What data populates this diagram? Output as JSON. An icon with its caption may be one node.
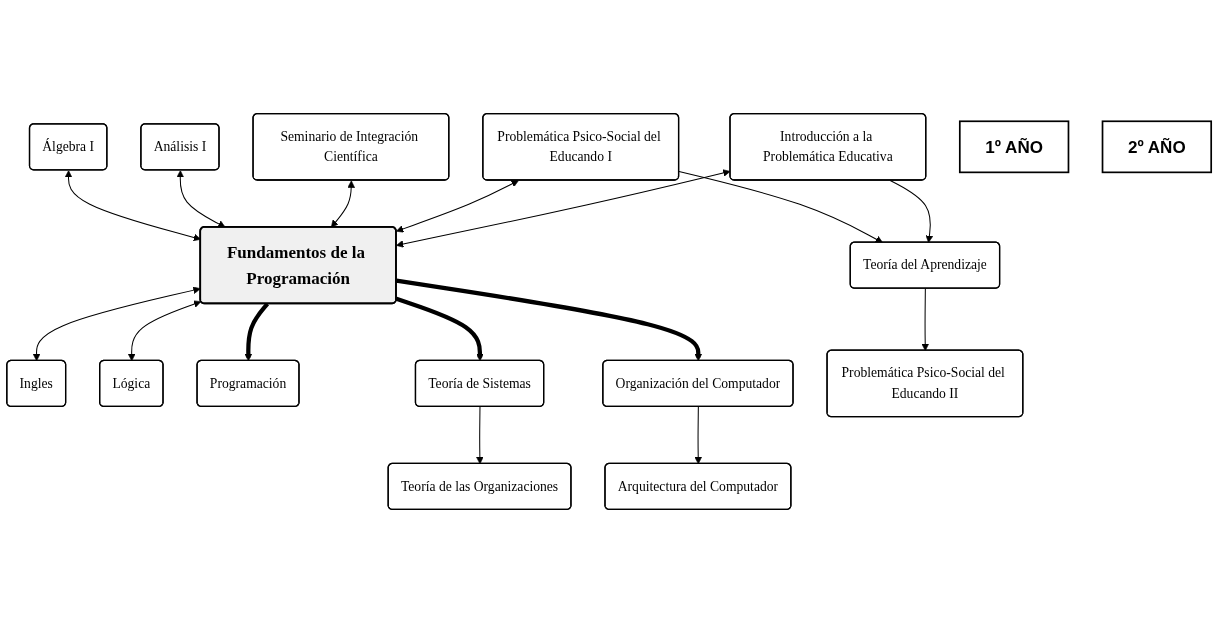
{
  "diagram": {
    "nodes": [
      {
        "text": [
          "Álgebra I"
        ]
      },
      {
        "text": [
          "Análisis I"
        ]
      },
      {
        "text": [
          "Seminario de Integración Científica"
        ]
      },
      {
        "text": [
          "1º AÑO"
        ]
      },
      {
        "text": [
          "Problemática Psico-Social del Educando I"
        ]
      },
      {
        "text": [
          "Fundamentos de la Programación"
        ]
      },
      {
        "text": [
          "Ingles"
        ]
      },
      {
        "text": [
          "Introducción a la Problemática Educativa"
        ]
      },
      {
        "text": [
          "Lógica"
        ]
      },
      {
        "text": [
          "2º AÑO"
        ]
      },
      {
        "text": [
          "Programación"
        ]
      },
      {
        "text": [
          "Teoría de Sistemas"
        ]
      },
      {
        "text": [
          "Organización del Computador"
        ]
      },
      {
        "text": [
          "Teoría del Aprendizaje"
        ]
      },
      {
        "text": [
          "Teoría de las Organizaciones"
        ]
      },
      {
        "text": [
          "Arquitectura del Computador"
        ]
      },
      {
        "text": [
          "Problemática Psico-Social del Educando II"
        ]
      }
    ],
    "edges": [
      {
        "from": 0,
        "to": 5,
        "arrow": "both"
      },
      {
        "from": 1,
        "to": 5,
        "arrow": "both"
      },
      {
        "from": 2,
        "to": 5,
        "arrow": "both"
      },
      {
        "from": 4,
        "to": 5,
        "arrow": "both"
      },
      {
        "from": 7,
        "to": 5,
        "arrow": "both"
      },
      {
        "from": 5,
        "to": 6,
        "arrow": "both"
      },
      {
        "from": 5,
        "to": 8,
        "arrow": "both"
      },
      {
        "from": 5,
        "to": 10,
        "arrow": "to",
        "style": "thick"
      },
      {
        "from": 5,
        "to": 11,
        "arrow": "to",
        "style": "thick"
      },
      {
        "from": 5,
        "to": 12,
        "arrow": "to",
        "style": "thick"
      },
      {
        "from": 4,
        "to": 13,
        "arrow": "to"
      },
      {
        "from": 7,
        "to": 13,
        "arrow": "to"
      },
      {
        "from": 11,
        "to": 14,
        "arrow": "to"
      },
      {
        "from": 12,
        "to": 15,
        "arrow": "to"
      },
      {
        "from": 13,
        "to": 16,
        "arrow": "to"
      }
    ]
  }
}
